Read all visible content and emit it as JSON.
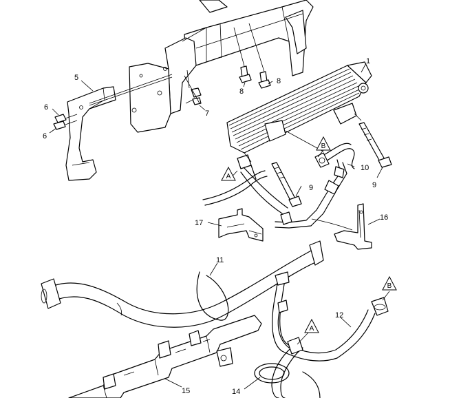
{
  "callouts": [
    {
      "id": "c1",
      "label": "1"
    },
    {
      "id": "c5",
      "label": "5"
    },
    {
      "id": "c6a",
      "label": "6"
    },
    {
      "id": "c6b",
      "label": "6"
    },
    {
      "id": "c7",
      "label": "7"
    },
    {
      "id": "c8a",
      "label": "8"
    },
    {
      "id": "c8b",
      "label": "8"
    },
    {
      "id": "c9a",
      "label": "9"
    },
    {
      "id": "c9b",
      "label": "9"
    },
    {
      "id": "c10",
      "label": "10"
    },
    {
      "id": "c11",
      "label": "11"
    },
    {
      "id": "c12",
      "label": "12"
    },
    {
      "id": "c14",
      "label": "14"
    },
    {
      "id": "c15",
      "label": "15"
    },
    {
      "id": "c16",
      "label": "16"
    },
    {
      "id": "c17",
      "label": "17"
    }
  ],
  "connection_markers": [
    {
      "id": "mA1",
      "label": "A"
    },
    {
      "id": "mA2",
      "label": "A"
    },
    {
      "id": "mB1",
      "label": "B"
    },
    {
      "id": "mB2",
      "label": "B"
    }
  ]
}
